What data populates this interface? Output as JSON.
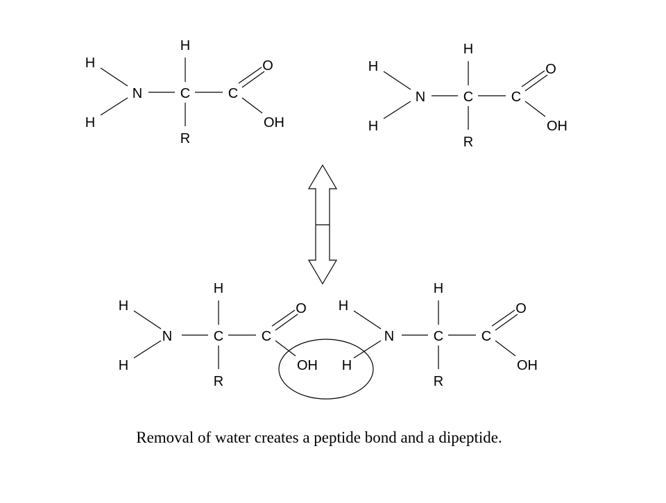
{
  "colors": {
    "ink": "#000000",
    "background": "#ffffff"
  },
  "molecules": {
    "amino_acid_1": {
      "h_top": "H",
      "h_upper_left": "H",
      "h_lower_left": "H",
      "n": "N",
      "c_alpha": "C",
      "c_carboxyl": "C",
      "o": "O",
      "oh": "OH",
      "r": "R"
    },
    "amino_acid_2": {
      "h_top": "H",
      "h_upper_left": "H",
      "h_lower_left": "H",
      "n": "N",
      "c_alpha": "C",
      "c_carboxyl": "C",
      "o": "O",
      "oh": "OH",
      "r": "R"
    },
    "dipeptide_left": {
      "h_top": "H",
      "h_upper_left": "H",
      "h_lower_left": "H",
      "n": "N",
      "c_alpha": "C",
      "c_carboxyl": "C",
      "o": "O",
      "oh": "OH",
      "r": "R"
    },
    "dipeptide_right": {
      "h_top": "H",
      "h_upper_left": "H",
      "h_lower_left": "H",
      "n": "N",
      "c_alpha": "C",
      "c_carboxyl": "C",
      "o": "O",
      "oh": "OH",
      "r": "R"
    }
  },
  "icons": {
    "reaction_arrow": "double-headed-arrow-icon",
    "water_ring": "ellipse-highlight"
  },
  "caption": "Removal of water creates a peptide bond and a dipeptide."
}
